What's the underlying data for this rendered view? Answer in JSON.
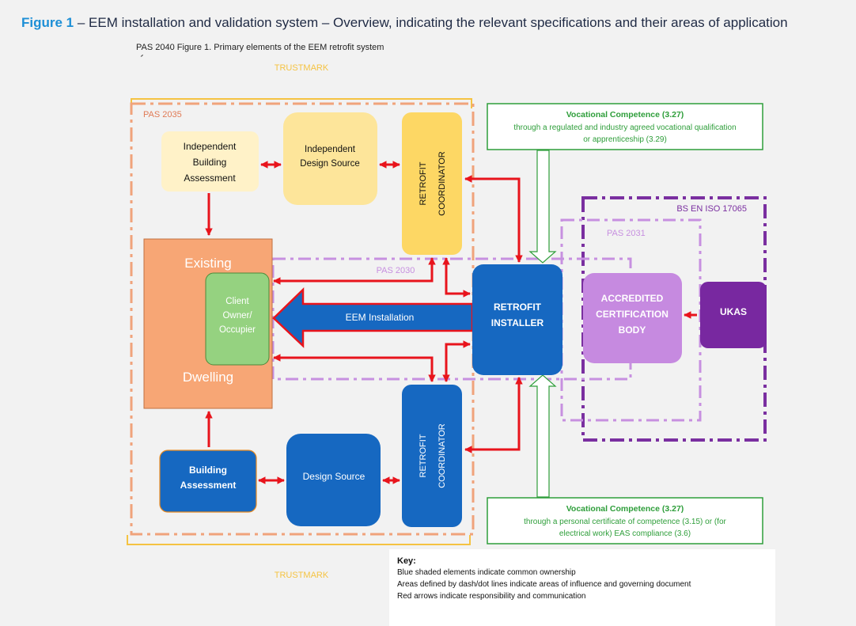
{
  "header": {
    "figure_label": "Figure 1",
    "title": " – EEM installation and validation system – Overview, indicating the relevant specifications and their areas of application",
    "subtitle": "PAS 2040 Figure 1. Primary elements of the EEM retrofit system",
    "subtitle_clipped": "system"
  },
  "zones": {
    "trustmark_top": "TRUSTMARK",
    "trustmark_bottom": "TRUSTMARK",
    "pas2035": "PAS 2035",
    "pas2030": "PAS 2030",
    "pas2031": "PAS 2031",
    "bs_en_iso": "BS EN ISO 17065"
  },
  "nodes": {
    "independent_assessment": [
      "Independent",
      "Building",
      "Assessment"
    ],
    "independent_design": [
      "Independent",
      "Design Source"
    ],
    "retrofit_coordinator_top": [
      "RETROFIT",
      "COORDINATOR"
    ],
    "dwelling_top": "Existing",
    "dwelling_bottom": "Dwelling",
    "client": [
      "Client",
      "Owner/",
      "Occupier"
    ],
    "eem_installation": "EEM Installation",
    "retrofit_installer": [
      "RETROFIT",
      "INSTALLER"
    ],
    "accredited_body": [
      "ACCREDITED",
      "CERTIFICATION",
      "BODY"
    ],
    "ukas": "UKAS",
    "building_assessment": [
      "Building",
      "Assessment"
    ],
    "design_source": "Design Source",
    "retrofit_coordinator_bottom": [
      "RETROFIT",
      "COORDINATOR"
    ]
  },
  "competence_top": {
    "title": "Vocational Competence (3.27)",
    "lines": [
      "through a regulated and industry agreed vocational qualification",
      "or apprenticeship (3.29)"
    ]
  },
  "competence_bottom": {
    "title": "Vocational Competence (3.27)",
    "lines": [
      "through a personal certificate of competence (3.15) or (for",
      "electrical work) EAS compliance (3.6)"
    ]
  },
  "key": {
    "title": "Key:",
    "items": [
      "Blue shaded elements indicate common ownership",
      "Areas defined by dash/dot lines indicate areas of influence and governing document",
      "Red arrows indicate responsibility and communication"
    ]
  },
  "colors": {
    "title_blue": "#1d8fd6",
    "trustmark": "#f5c342",
    "pas2035": "#f0a37b",
    "pas2030": "#c790e0",
    "pas2031": "#c790e0",
    "bs_en_iso": "#7a2fa0",
    "red_arrow": "#e8141c",
    "blue_node": "#1668c1",
    "dwelling": "#f7a675",
    "client": "#95d280",
    "accredited": "#c68ae0",
    "ukas": "#7828a0",
    "green_frame": "#2e9e3a",
    "coordinator_yellow": "#fdd764"
  }
}
